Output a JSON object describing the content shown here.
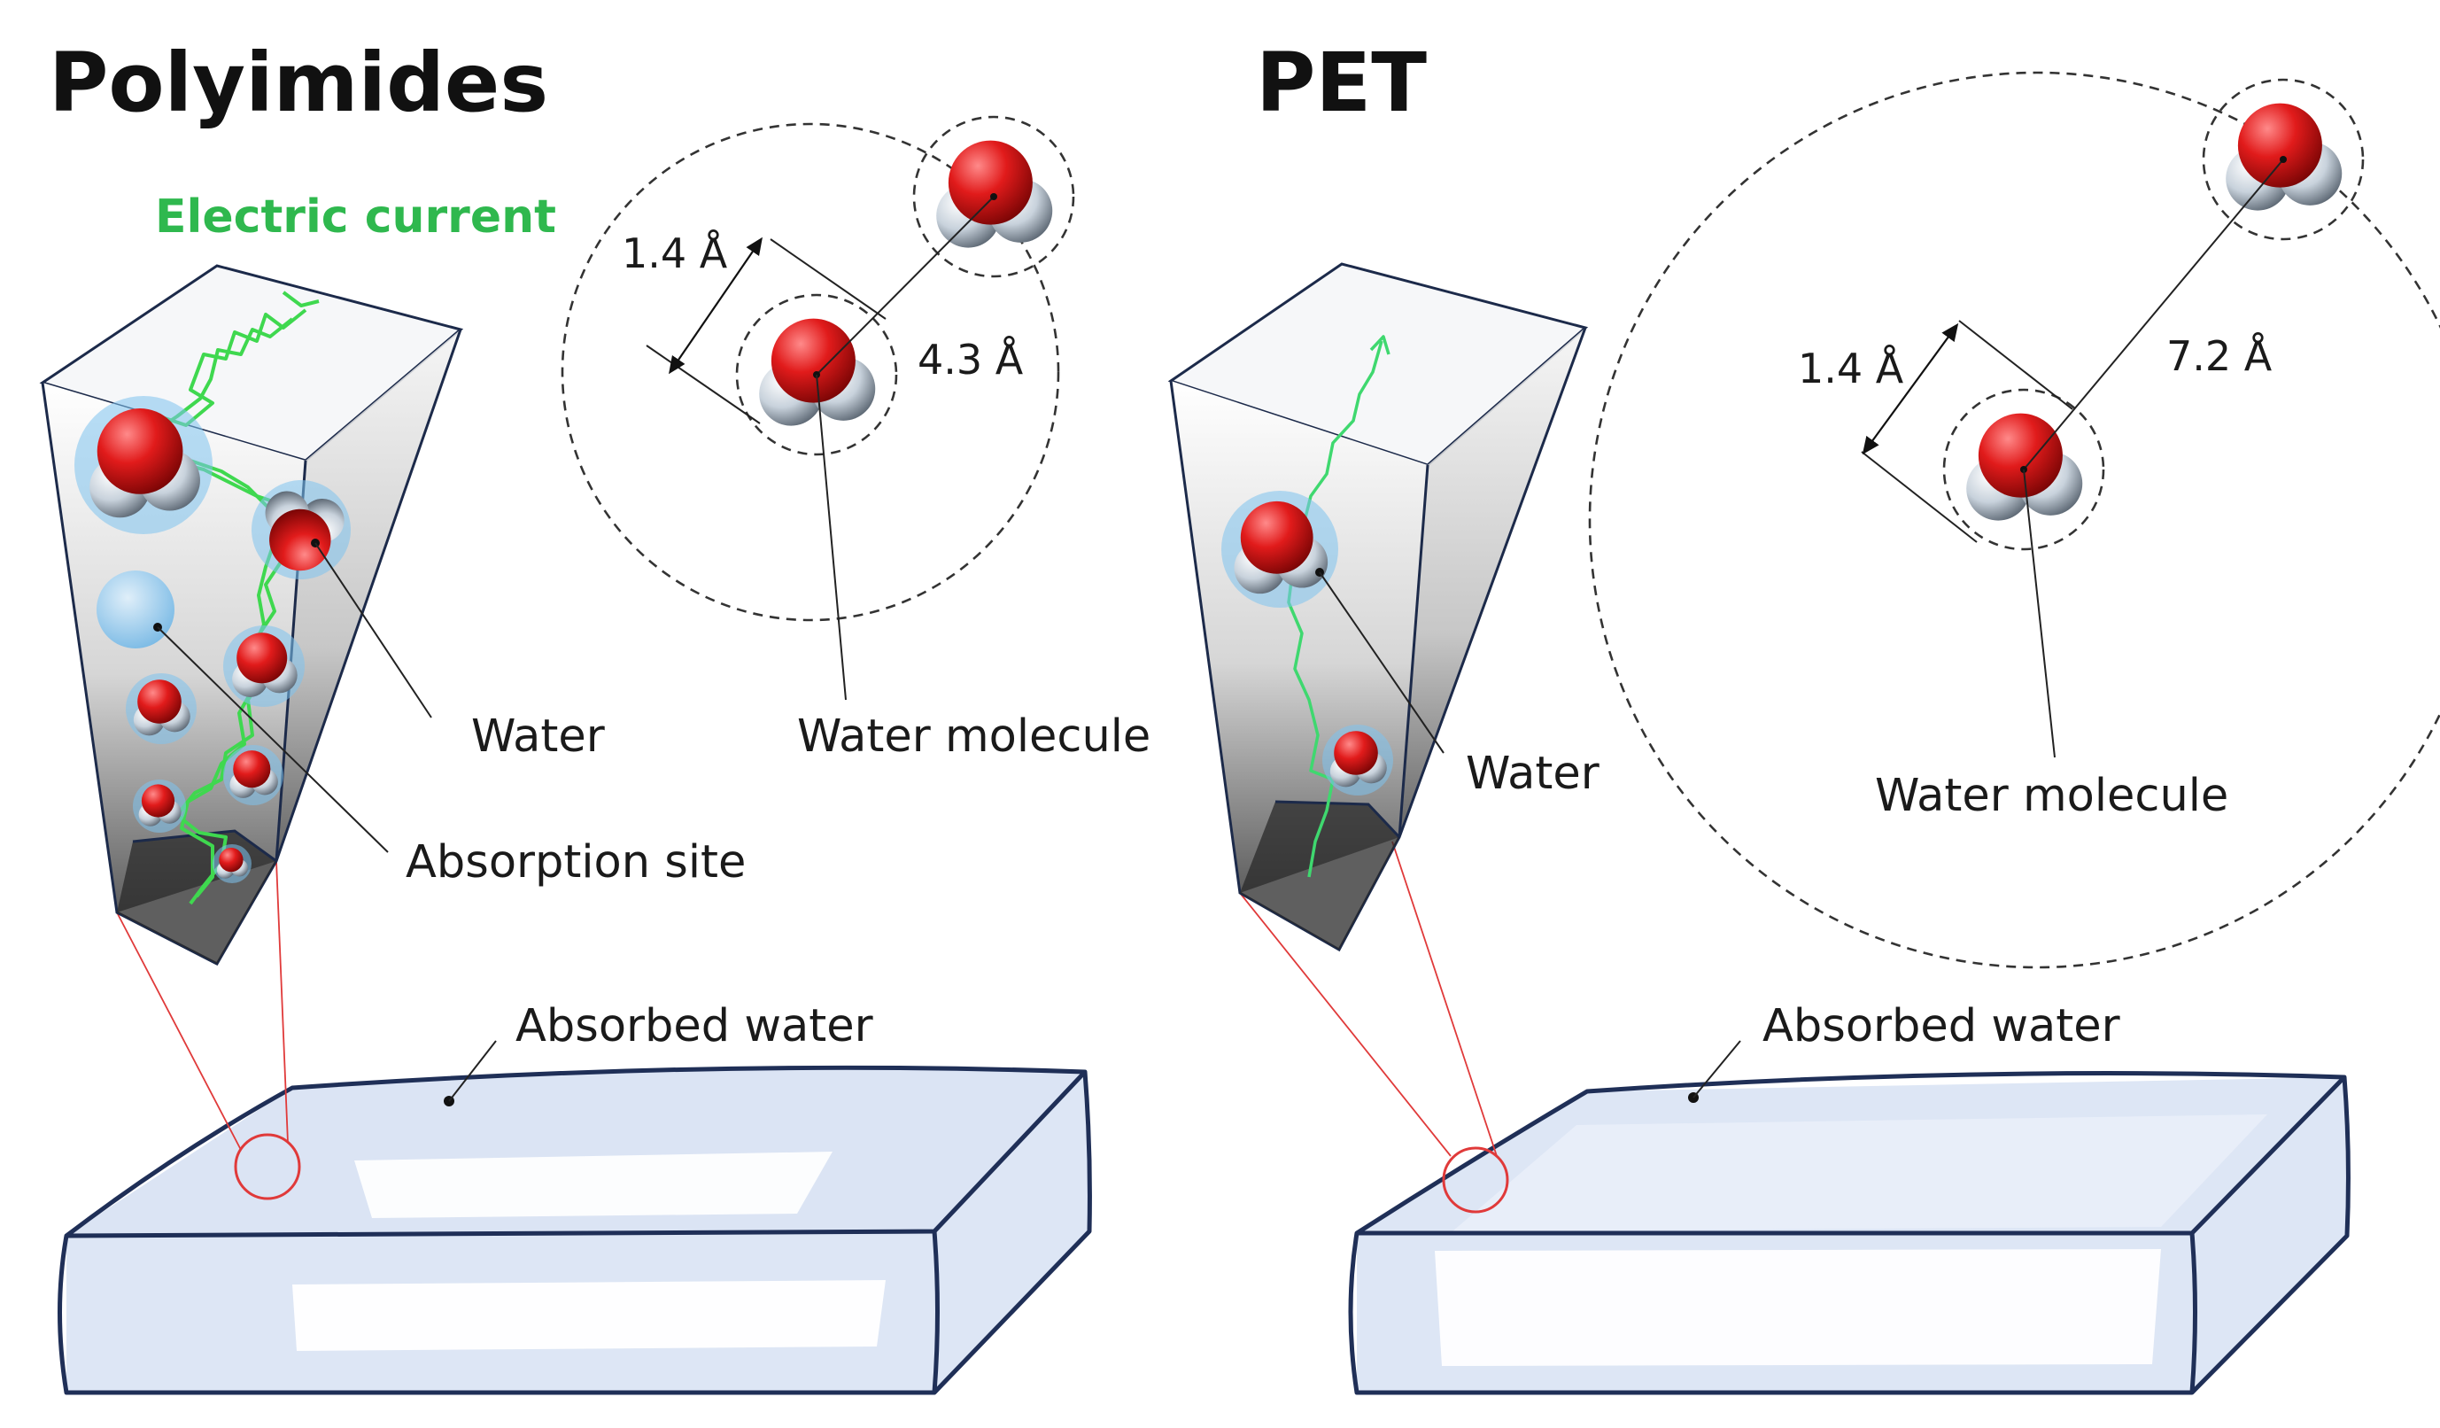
{
  "panels": [
    {
      "title": "Polyimides",
      "current_label": "Electric current",
      "water_label": "Water",
      "absorption_site_label": "Absorption site",
      "water_molecule_label": "Water molecule",
      "absorbed_water_label": "Absorbed water",
      "molecule_size": "1.4 Å",
      "intermolecular_distance": "4.3 Å"
    },
    {
      "title": "PET",
      "water_label": "Water",
      "water_molecule_label": "Water molecule",
      "absorbed_water_label": "Absorbed water",
      "molecule_size": "1.4 Å",
      "intermolecular_distance": "7.2 Å"
    }
  ],
  "colors": {
    "electric_current": "#2fb84e",
    "oxygen": "#e11b1b",
    "hydrogen": "#c8d2dc",
    "absorption_site": "#8fc7ee",
    "slab_fill": "#dde6f5",
    "slab_edge": "#1f2f57",
    "guide": "#e03a3a"
  },
  "icons": [
    "water-molecule-icon",
    "absorption-site-icon",
    "zoom-circle-icon"
  ]
}
